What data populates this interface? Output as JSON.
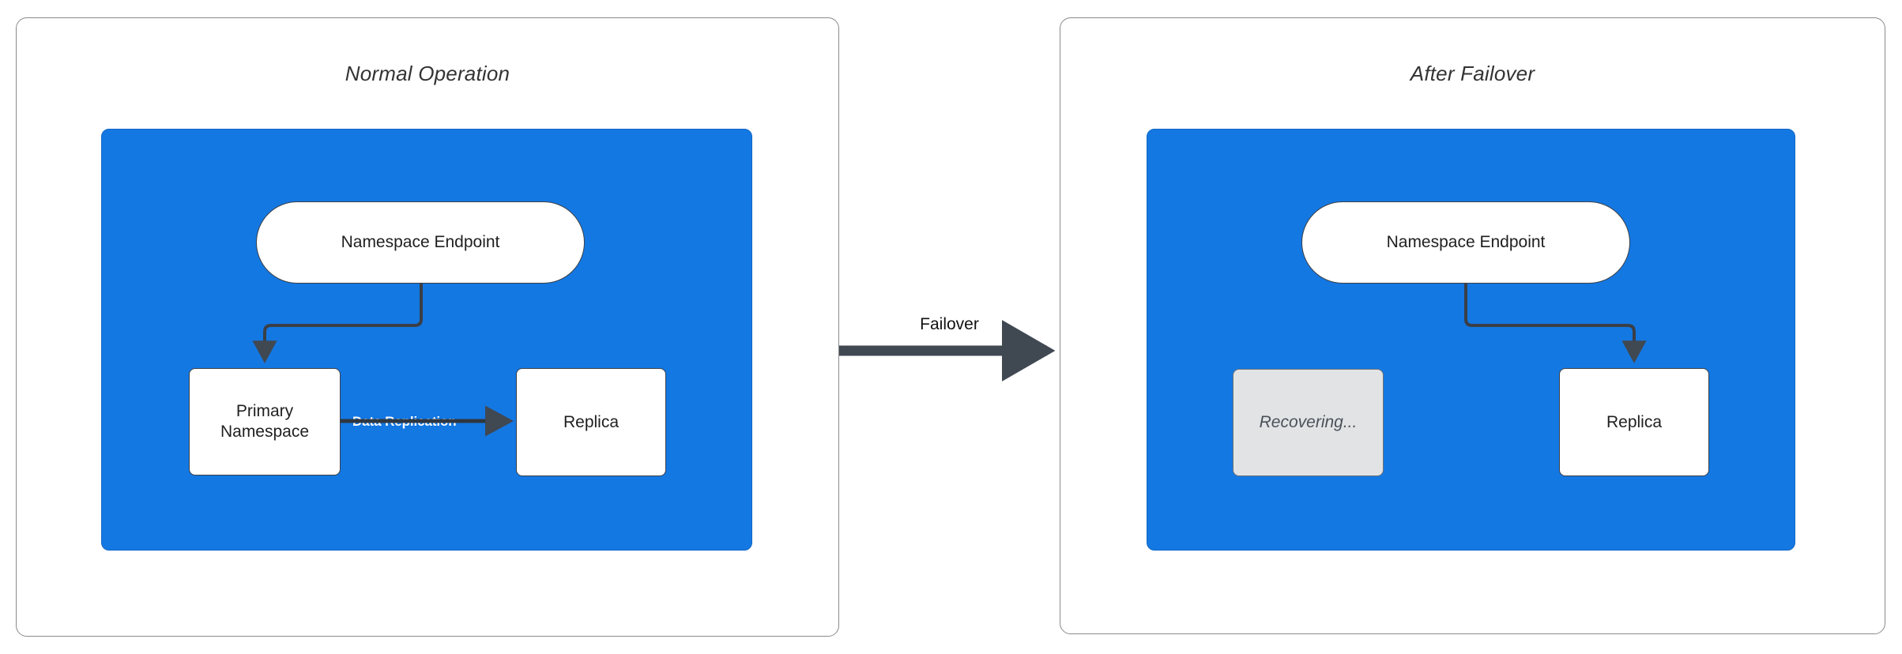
{
  "diagram": {
    "title": "",
    "colors": {
      "group_blue": "#1478e3",
      "node_fill": "#ffffff",
      "node_stroke": "#3a3f46",
      "dim_fill": "#e1e3e5",
      "dim_text": "#4b5159",
      "panel_stroke": "#8a8a8a",
      "arrow": "#404852",
      "replication_label": "#ffffff"
    }
  },
  "panels": [
    {
      "id": "normal-operation",
      "title": "Normal Operation",
      "nodes": [
        {
          "id": "namespace-endpoint",
          "label": "Namespace Endpoint",
          "shape": "pill",
          "state": "active"
        },
        {
          "id": "primary-namespace",
          "label": "Primary\nNamespace",
          "line1": "Primary",
          "line2": "Namespace",
          "shape": "rounded-rect",
          "state": "active"
        },
        {
          "id": "replica",
          "label": "Replica",
          "shape": "rounded-rect",
          "state": "active"
        }
      ],
      "edges": [
        {
          "from": "namespace-endpoint",
          "to": "primary-namespace",
          "label": "",
          "style": "elbow-arrow"
        },
        {
          "from": "primary-namespace",
          "to": "replica",
          "label": "Data Replication",
          "style": "straight-arrow"
        }
      ]
    },
    {
      "id": "after-failover",
      "title": "After Failover",
      "nodes": [
        {
          "id": "namespace-endpoint",
          "label": "Namespace Endpoint",
          "shape": "pill",
          "state": "active"
        },
        {
          "id": "recovering",
          "label": "Recovering...",
          "shape": "rounded-rect",
          "state": "dimmed"
        },
        {
          "id": "replica",
          "label": "Replica",
          "shape": "rounded-rect",
          "state": "active"
        }
      ],
      "edges": [
        {
          "from": "namespace-endpoint",
          "to": "replica",
          "label": "",
          "style": "elbow-arrow"
        }
      ]
    }
  ],
  "transition": {
    "label": "Failover",
    "from_panel": "normal-operation",
    "to_panel": "after-failover"
  }
}
